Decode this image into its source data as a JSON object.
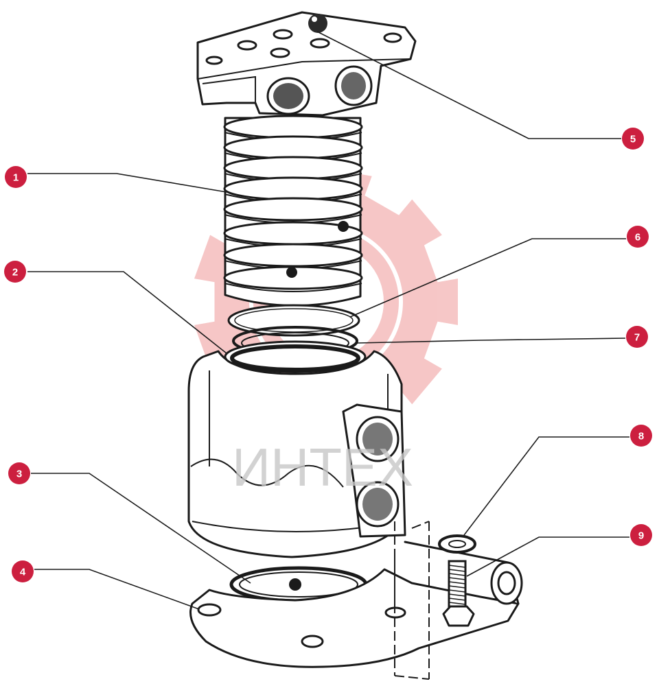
{
  "watermark": {
    "text": "ИНТЕХ",
    "color": "#c8c8c8",
    "gear_color": "#f3b4b4"
  },
  "accent_color": "#cc1f3f",
  "callouts": [
    {
      "label": "1"
    },
    {
      "label": "2"
    },
    {
      "label": "3"
    },
    {
      "label": "4"
    },
    {
      "label": "5"
    },
    {
      "label": "6"
    },
    {
      "label": "7"
    },
    {
      "label": "8"
    },
    {
      "label": "9"
    }
  ]
}
